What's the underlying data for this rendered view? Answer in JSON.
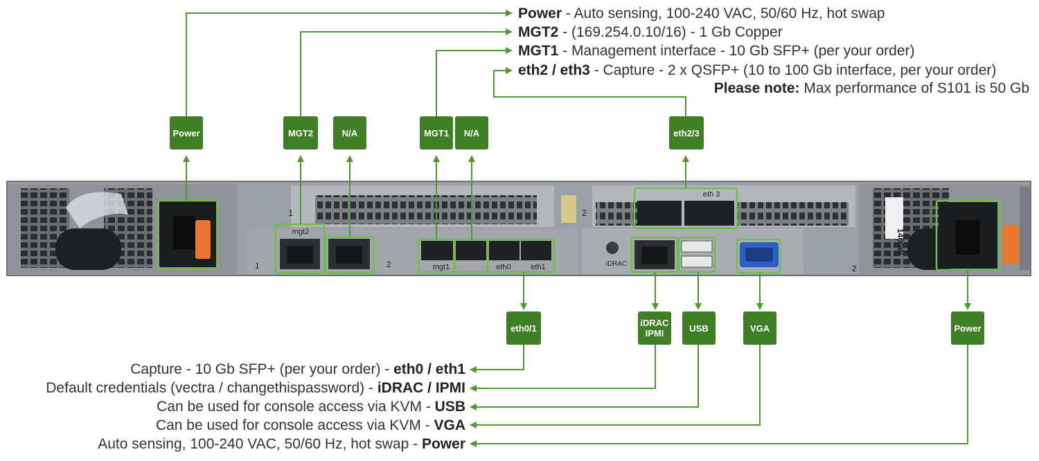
{
  "top_descriptions": [
    {
      "name": "Power",
      "text": " - Auto sensing, 100-240 VAC, 50/60 Hz, hot swap"
    },
    {
      "name": "MGT2",
      "text": " - (169.254.0.10/16) - 1 Gb Copper"
    },
    {
      "name": "MGT1",
      "text": " - Management interface - 10 Gb SFP+ (per your order)"
    },
    {
      "name": "eth2 / eth3",
      "text": " - Capture - 2 x QSFP+ (10 to 100 Gb interface, per your order)"
    }
  ],
  "note": {
    "label": "Please note:",
    "text": " Max performance of S101 is 50 Gb"
  },
  "bottom_descriptions": [
    {
      "text": "Capture - 10 Gb SFP+ (per your order) - ",
      "name": "eth0 / eth1"
    },
    {
      "text": "Default credentials (vectra / changethispassword) - ",
      "name": "iDRAC / IPMI"
    },
    {
      "text": "Can be used for console access via KVM - ",
      "name": "USB"
    },
    {
      "text": "Can be used for console access via KVM - ",
      "name": "VGA"
    },
    {
      "text": "Auto sensing, 100-240 VAC, 50/60 Hz, hot swap - ",
      "name": "Power"
    }
  ],
  "tags": {
    "power_left": "Power",
    "mgt2": "MGT2",
    "na1": "N/A",
    "mgt1": "MGT1",
    "na2": "N/A",
    "eth23": "eth2/3",
    "eth01": "eth0/1",
    "idrac_line1": "iDRAC",
    "idrac_line2": "IPMI",
    "usb": "USB",
    "vga": "VGA",
    "power_right": "Power"
  },
  "chassis_labels": {
    "mgt2": "mgt2",
    "mgt1": "mgt1",
    "eth0": "eth0",
    "eth1": "eth1",
    "eth3": "eth 3",
    "idrac": "iDRAC",
    "psu": "1400W",
    "slot1": "1",
    "slot2": "2",
    "psu1": "1",
    "psu2": "2",
    "riser2": "2"
  },
  "colors": {
    "accent": "#3f7f25",
    "line": "#4e9a2e",
    "highlight": "#6cc04a",
    "chassis": "#8d9196"
  }
}
